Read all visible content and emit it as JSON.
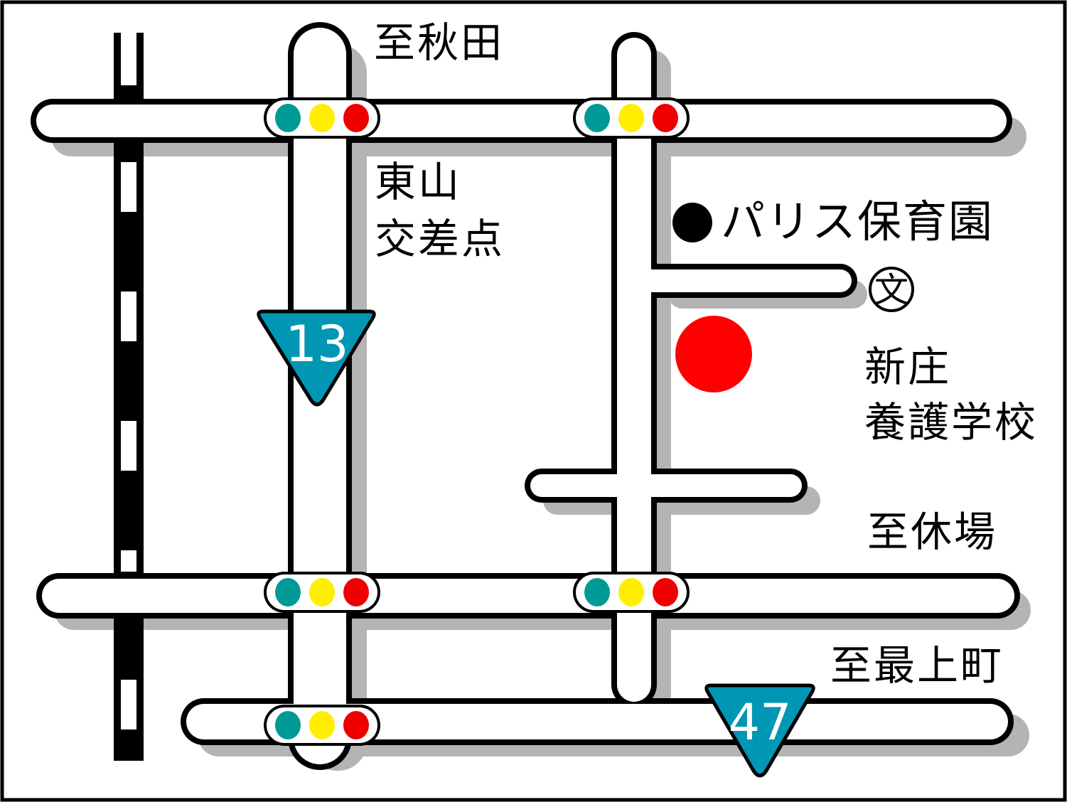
{
  "labels": {
    "to_akita": "至秋田",
    "higashiyama_line1": "東山",
    "higashiyama_line2": "交差点",
    "paris_nursery": "パリス保育園",
    "school_symbol": "文",
    "shinjo_line1": "新庄",
    "shinjo_line2": "養護学校",
    "to_kyuba": "至休場",
    "to_mogamimachi": "至最上町"
  },
  "routes": {
    "route_13": "13",
    "route_47": "47"
  },
  "colors": {
    "signal_green": "#009a96",
    "signal_yellow": "#ffee00",
    "signal_red": "#ee0000",
    "shield_blue": "#0096b4",
    "destination_marker": "#ff0000",
    "road_shadow": "#b4b4b4"
  },
  "icons": {
    "traffic_signal": "traffic-light-icon",
    "school": "school-map-symbol-icon",
    "nursery": "black-dot-icon",
    "destination": "red-dot-icon",
    "railway": "railway-line-icon"
  }
}
